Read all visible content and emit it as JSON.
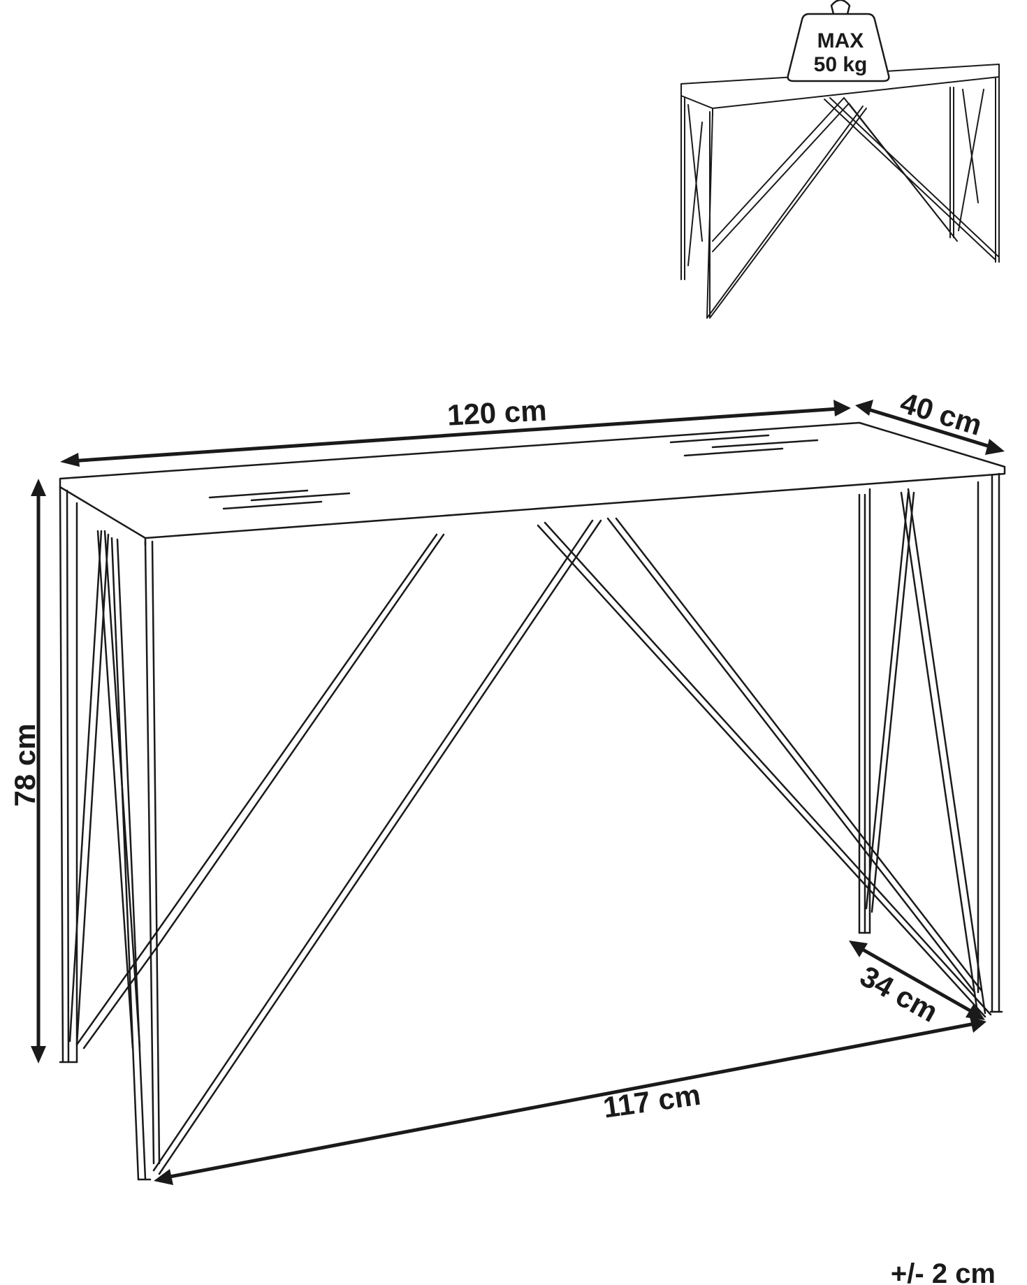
{
  "weight_badge": {
    "line1": "MAX",
    "line2": "50 kg"
  },
  "dimensions": {
    "top_width": "120 cm",
    "top_depth": "40 cm",
    "height": "78 cm",
    "base_depth": "34 cm",
    "base_width": "117 cm"
  },
  "tolerance": "+/- 2 cm"
}
